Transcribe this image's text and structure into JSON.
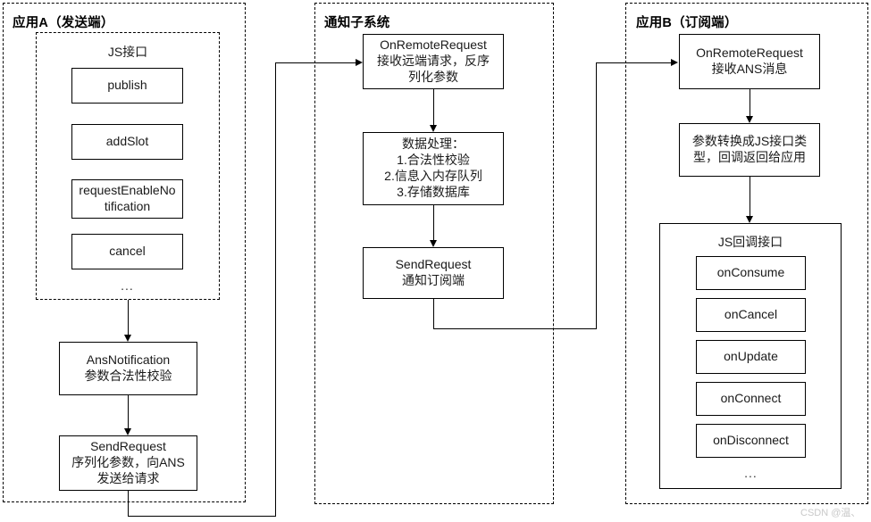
{
  "diagram": {
    "watermark": "CSDN @温、",
    "panels": [
      {
        "id": "app-a",
        "title": "应用A（发送端）",
        "group": {
          "title": "JS接口",
          "items": [
            "publish",
            "addSlot",
            "requestEnableNo\ntification",
            "cancel"
          ],
          "more": "..."
        },
        "nodes": [
          {
            "id": "ans-notification",
            "text": "AnsNotification\n参数合法性校验"
          },
          {
            "id": "send-request-a",
            "text": "SendRequest\n序列化参数，向ANS\n发送给请求"
          }
        ]
      },
      {
        "id": "notification-subsystem",
        "title": "通知子系统",
        "nodes": [
          {
            "id": "on-remote-request-sub",
            "text": "OnRemoteRequest\n接收远端请求，反序\n列化参数"
          },
          {
            "id": "data-process",
            "text": "数据处理：\n1.合法性校验\n2.信息入内存队列\n3.存储数据库"
          },
          {
            "id": "send-request-sub",
            "text": "SendRequest\n通知订阅端"
          }
        ]
      },
      {
        "id": "app-b",
        "title": "应用B（订阅端）",
        "nodes": [
          {
            "id": "on-remote-request-b",
            "text": "OnRemoteRequest\n接收ANS消息"
          },
          {
            "id": "param-convert",
            "text": "参数转换成JS接口类\n型，回调返回给应用"
          }
        ],
        "group": {
          "title": "JS回调接口",
          "items": [
            "onConsume",
            "onCancel",
            "onUpdate",
            "onConnect",
            "onDisconnect"
          ],
          "more": "..."
        }
      }
    ]
  }
}
